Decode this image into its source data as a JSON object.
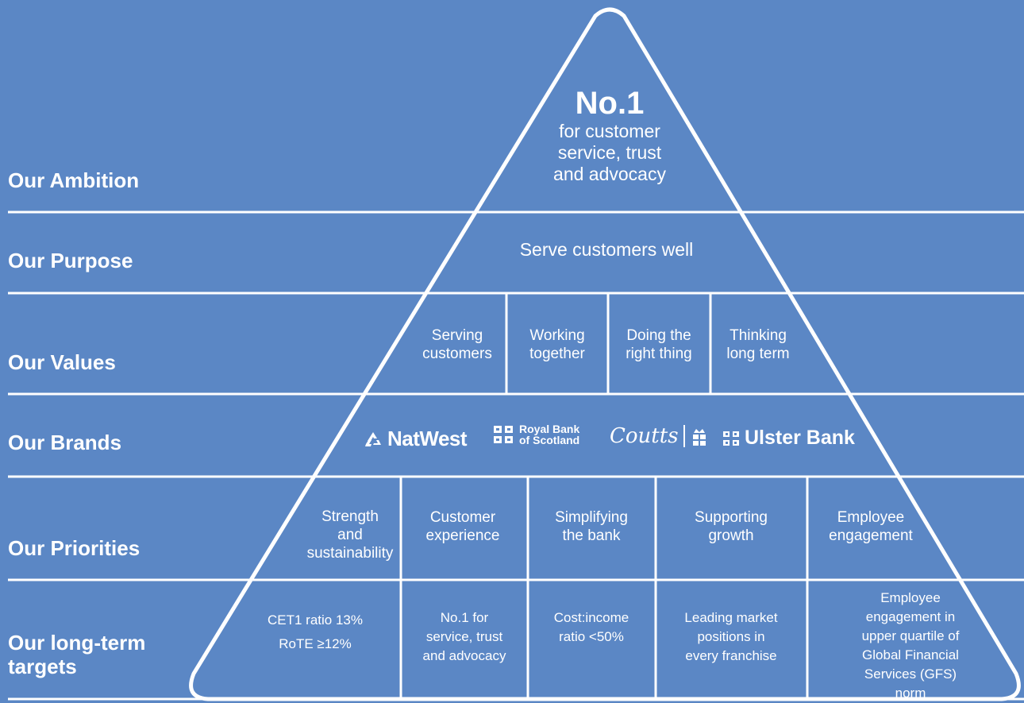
{
  "levels": {
    "ambition": "Our Ambition",
    "purpose": "Our Purpose",
    "values": "Our  Values",
    "brands": "Our Brands",
    "priorities": "Our Priorities",
    "targets": "Our long-term targets"
  },
  "ambition": {
    "headline": "No.1",
    "line1": "for customer",
    "line2": "service, trust",
    "line3": "and advocacy"
  },
  "purpose": "Serve customers well",
  "values": [
    {
      "l1": "Serving",
      "l2": "customers"
    },
    {
      "l1": "Working",
      "l2": "together"
    },
    {
      "l1": "Doing the",
      "l2": "right thing"
    },
    {
      "l1": "Thinking",
      "l2": "long term"
    }
  ],
  "brands": {
    "natwest": "NatWest",
    "rbs_line1": "Royal Bank",
    "rbs_line2": "of Scotland",
    "coutts": "Coutts",
    "ulster": "Ulster Bank",
    "icons": [
      "natwest-logo-icon",
      "rbs-daisy-icon",
      "coutts-crown-icon",
      "ulster-daisy-icon"
    ]
  },
  "priorities": [
    {
      "l1": "Strength",
      "l2": "and",
      "l3": "sustainability"
    },
    {
      "l1": "Customer",
      "l2": "experience"
    },
    {
      "l1": "Simplifying",
      "l2": "the bank"
    },
    {
      "l1": "Supporting",
      "l2": "growth"
    },
    {
      "l1": "Employee",
      "l2": "engagement"
    }
  ],
  "targets": [
    {
      "l1": "CET1 ratio 13%",
      "l2": "RoTE ≥12%"
    },
    {
      "l1": "No.1 for",
      "l2": "service, trust",
      "l3": "and advocacy"
    },
    {
      "l1": "Cost:income",
      "l2": "ratio <50%"
    },
    {
      "l1": "Leading market",
      "l2": "positions in",
      "l3": "every franchise"
    },
    {
      "l1": "Employee",
      "l2": "engagement in",
      "l3": "upper quartile of",
      "l4": "Global Financial",
      "l5": "Services (GFS) norm"
    }
  ],
  "colors": {
    "background": "#5b87c5",
    "line": "#ffffff"
  }
}
